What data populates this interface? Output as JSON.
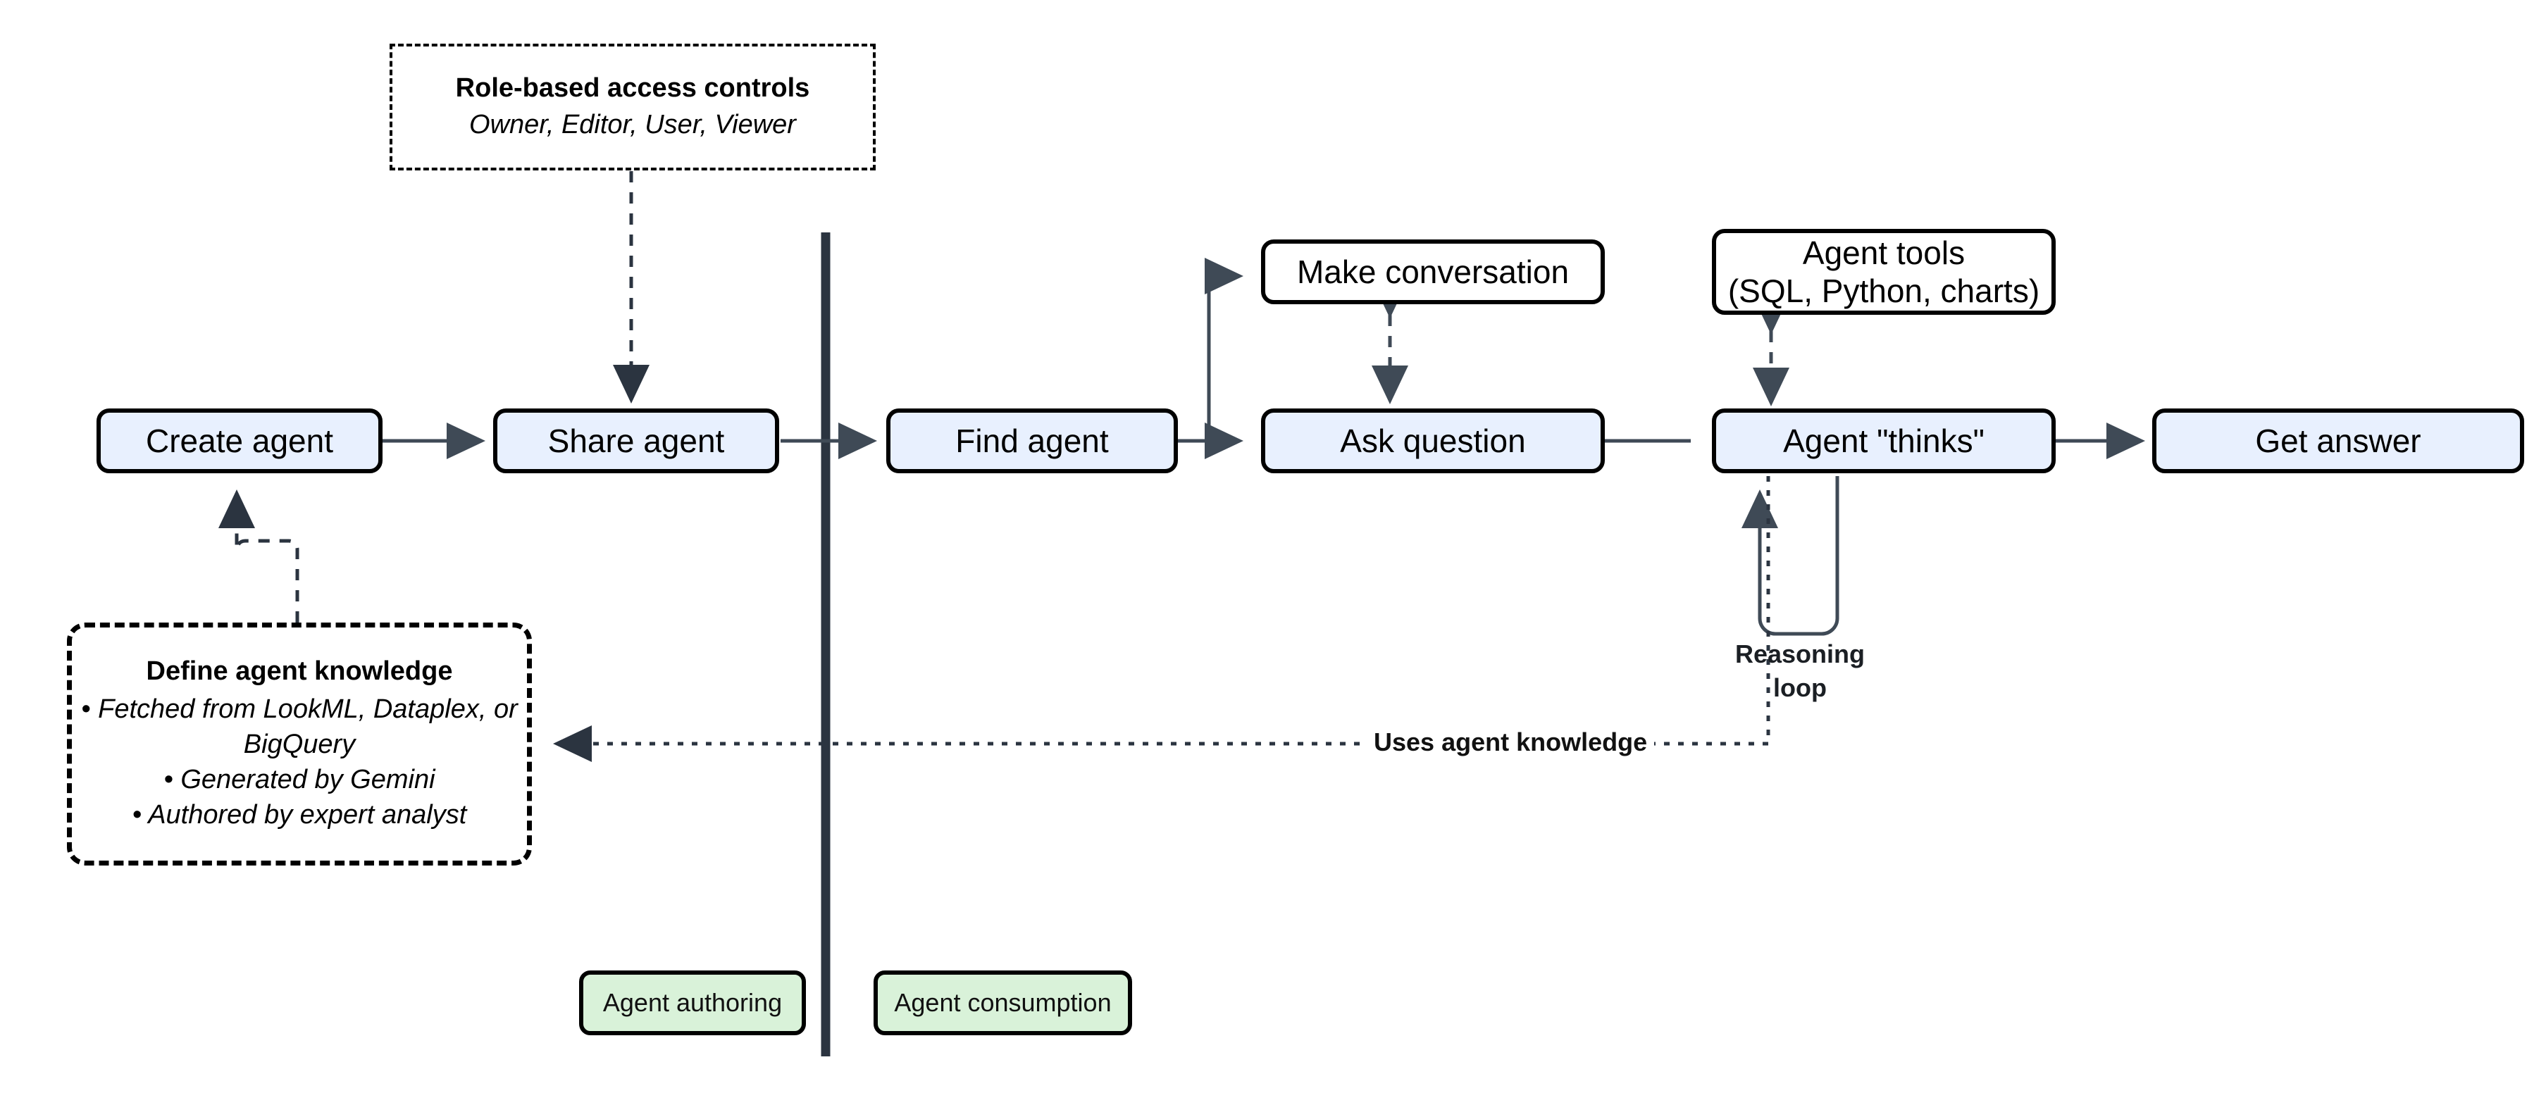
{
  "diagram": {
    "title": "Agent authoring and consumption flow",
    "colors": {
      "process_fill": "#e8f0fe",
      "plain_fill": "#ffffff",
      "legend_fill": "#d9f2d9",
      "stroke": "#000000",
      "connector": "#3f4a56",
      "divider": "#2b3440"
    }
  },
  "nodes": {
    "create_agent": "Create agent",
    "share_agent": "Share agent",
    "find_agent": "Find agent",
    "make_conversation": "Make conversation",
    "ask_question": "Ask question",
    "agent_tools": "Agent tools\n(SQL, Python, charts)",
    "agent_tools_line1": "Agent tools",
    "agent_tools_line2": "(SQL, Python, charts)",
    "agent_thinks": "Agent \"thinks\"",
    "get_answer": "Get answer"
  },
  "notes": {
    "rbac": {
      "title": "Role-based access controls",
      "subtitle": "Owner, Editor, User, Viewer"
    },
    "knowledge": {
      "title": "Define agent knowledge",
      "bullets": [
        "• Fetched from LookML, Dataplex, or BigQuery",
        "• Generated by Gemini",
        "• Authored by expert analyst"
      ]
    }
  },
  "labels": {
    "reasoning_loop_line1": "Reasoning",
    "reasoning_loop_line2": "loop",
    "uses_agent_knowledge": "Uses agent knowledge"
  },
  "legend": {
    "authoring": "Agent authoring",
    "consumption": "Agent consumption"
  }
}
